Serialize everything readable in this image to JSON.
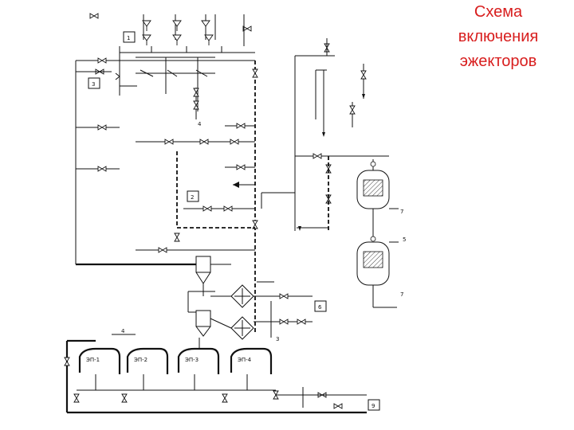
{
  "title": {
    "line1": "Схема",
    "line2": "включения",
    "line3": "эжекторов"
  },
  "colors": {
    "title": "#d81e1e",
    "lines": "#111111",
    "background": "#ffffff"
  },
  "labels": {
    "box_1": "1",
    "box_3": "3",
    "box_2": "2",
    "box_6": "6",
    "box_9": "9",
    "num_4_top": "4",
    "num_7_a": "7",
    "num_7_b": "7",
    "num_5": "5",
    "num_3_low": "3",
    "num_4_low": "4",
    "pump_1": "ЭП-1",
    "pump_2": "ЭП-2",
    "pump_3": "ЭП-3",
    "pump_4": "ЭП-4"
  }
}
